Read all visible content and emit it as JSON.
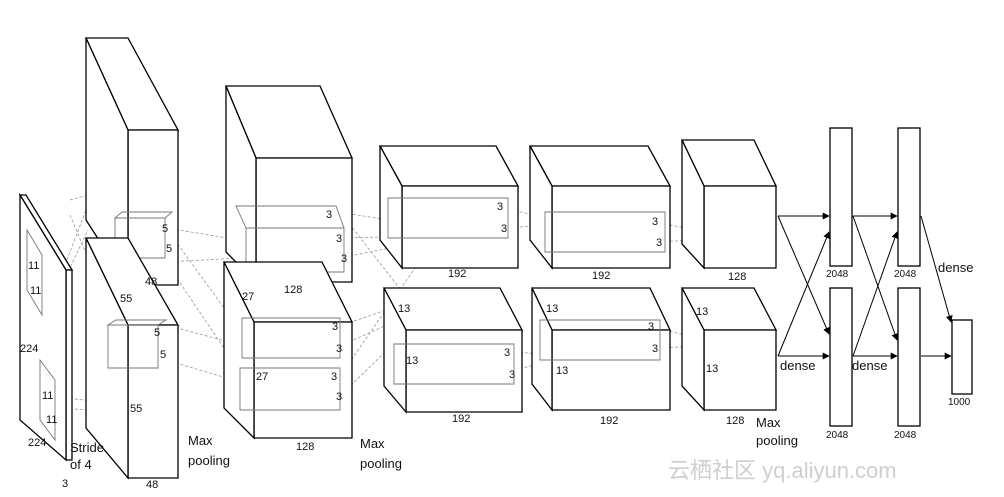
{
  "input": {
    "h": "224",
    "w": "224",
    "c": "3",
    "k1": "11",
    "k2": "11",
    "k3": "11",
    "k4": "11",
    "stride_1": "Stride",
    "stride_2": "of 4"
  },
  "conv1": {
    "depth": "48",
    "size": "55",
    "size_b": "55",
    "k": "5",
    "k_b": "5",
    "k_c": "5",
    "k_d": "5"
  },
  "conv2": {
    "depth": "128",
    "size": "27",
    "size_b": "27",
    "k": "3"
  },
  "conv3": {
    "depth": "192",
    "size": "13",
    "size_b": "13",
    "size_c": "13",
    "k": "3"
  },
  "conv4": {
    "depth": "192",
    "size": "13",
    "k": "3"
  },
  "conv5": {
    "depth": "128",
    "size": "13",
    "size_b": "13"
  },
  "pool_1": "Max",
  "pool_2": "pooling",
  "dense_label": "dense",
  "fc1": "2048",
  "fc2": "2048",
  "out": "1000",
  "watermark": "云栖社区 yq.aliyun.com"
}
